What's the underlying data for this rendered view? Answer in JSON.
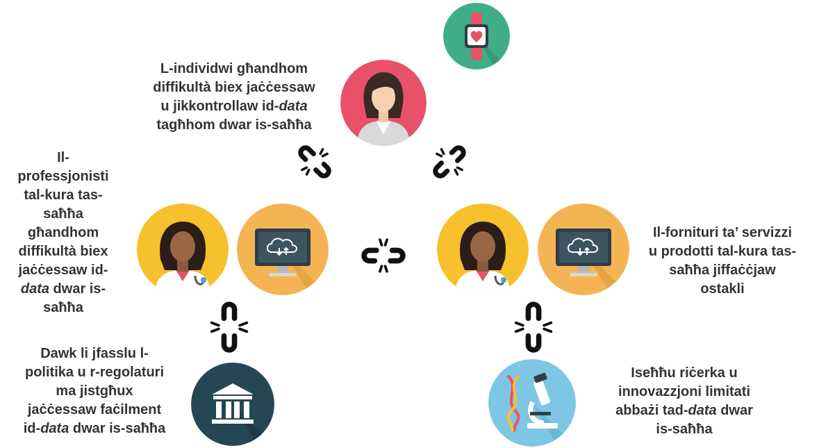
{
  "colors": {
    "pink": "#e9516a",
    "teal": "#3fae88",
    "yellow": "#f6c12c",
    "orange": "#f4b454",
    "dark_slate": "#264653",
    "light_blue": "#7ec6e3",
    "link": "#111111",
    "text": "#333333"
  },
  "top": {
    "lines": [
      [
        "L-individwi għandhom"
      ],
      [
        "diffikultà biex jaċċessaw"
      ],
      [
        "u jikkontrollaw id-",
        "data"
      ],
      [
        "tagħhom dwar is-saħħa"
      ]
    ]
  },
  "left": {
    "lines": [
      [
        "Il-"
      ],
      [
        "professjonisti"
      ],
      [
        "tal-kura tas-"
      ],
      [
        "saħħa"
      ],
      [
        "għandhom"
      ],
      [
        "diffikultà biex"
      ],
      [
        "jaċċessaw id-"
      ],
      [
        "",
        "data",
        " dwar is-"
      ],
      [
        "saħħa"
      ]
    ]
  },
  "right": {
    "lines": [
      [
        "Il-fornituri ta’ servizzi"
      ],
      [
        "u prodotti tal-kura tas-"
      ],
      [
        "saħħa jiffaċċjaw"
      ],
      [
        "ostakli"
      ]
    ]
  },
  "bottom_left": {
    "lines": [
      [
        "Dawk li jfasslu l-"
      ],
      [
        "politika u r-regolaturi"
      ],
      [
        "ma jistgħux"
      ],
      [
        "jaċċessaw faċilment"
      ],
      [
        "id-",
        "data",
        " dwar is-saħħa"
      ]
    ]
  },
  "bottom_right": {
    "lines": [
      [
        "Iseħħu riċerka u"
      ],
      [
        "innovazzjoni limitati"
      ],
      [
        "abbażi tad-",
        "data",
        " dwar"
      ],
      [
        "is-saħħa"
      ]
    ]
  },
  "icons": {
    "watch": "smartwatch-heart-icon",
    "woman": "woman-avatar-icon",
    "doctor": "doctor-avatar-icon",
    "computer": "cloud-computer-icon",
    "government": "government-building-icon",
    "research": "microscope-dna-icon",
    "link": "broken-chain-link-icon"
  }
}
